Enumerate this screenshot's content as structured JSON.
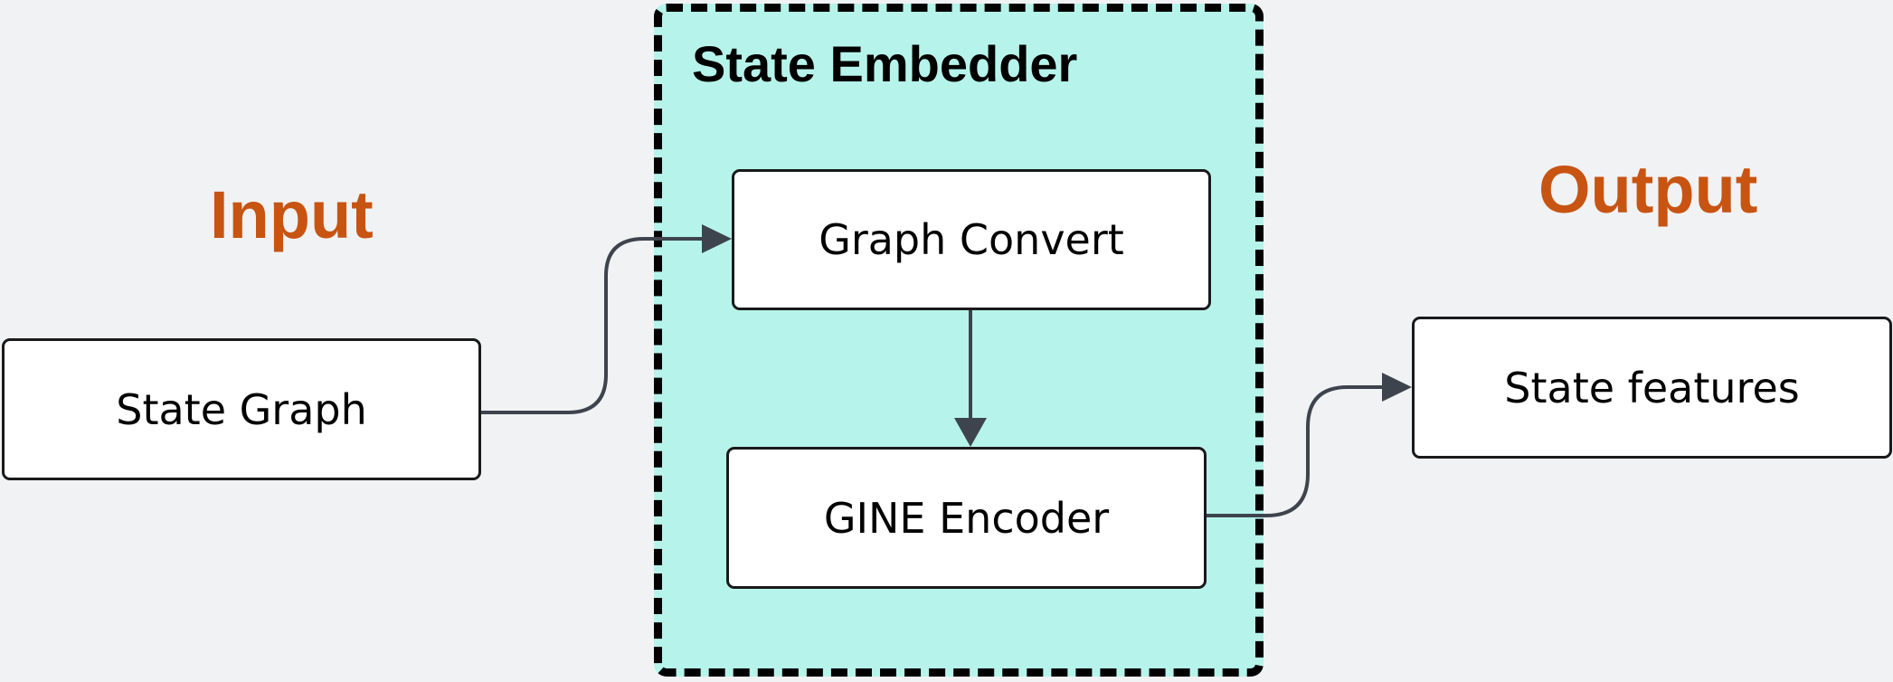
{
  "colors": {
    "background": "#f1f2f4",
    "embedder_fill": "#b6f4eb",
    "embedder_border": "#000000",
    "label_accent": "#c85412",
    "connector": "#3d444d",
    "node_fill": "#ffffff"
  },
  "labels": {
    "input": "Input",
    "output": "Output"
  },
  "embedder": {
    "title": "State Embedder"
  },
  "nodes": {
    "state_graph": "State Graph",
    "graph_convert": "Graph Convert",
    "gine_encoder": "GINE Encoder",
    "state_features": "State features"
  }
}
